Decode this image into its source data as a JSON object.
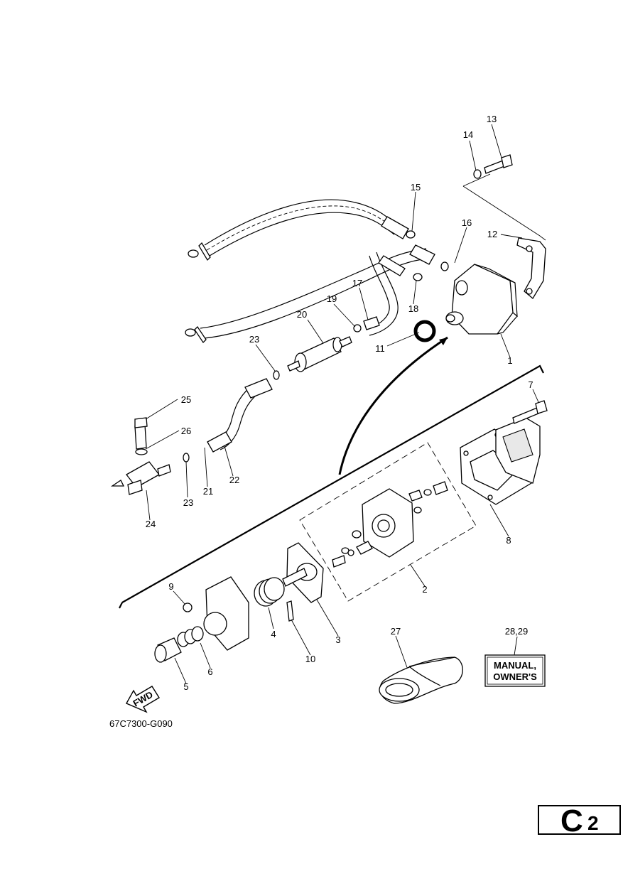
{
  "callouts": [
    "1",
    "2",
    "3",
    "4",
    "5",
    "6",
    "7",
    "8",
    "9",
    "10",
    "11",
    "12",
    "13",
    "14",
    "15",
    "16",
    "17",
    "18",
    "19",
    "20",
    "21",
    "22",
    "23",
    "23",
    "24",
    "25",
    "26",
    "27",
    "28,29"
  ],
  "manual_label": {
    "line1": "MANUAL,",
    "line2": "OWNER'S"
  },
  "fwd_label": "FWD",
  "drawing_code": "67C7300-G090",
  "page_badge": {
    "letter": "C",
    "number": "2"
  }
}
